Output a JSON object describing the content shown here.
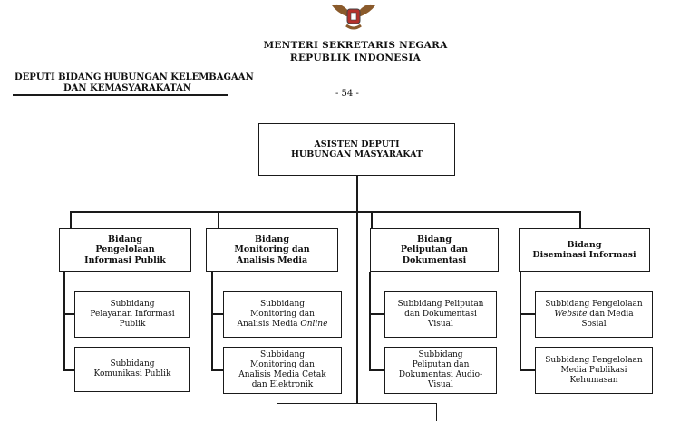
{
  "header": {
    "ministry_line1": "MENTERI SEKRETARIS NEGARA",
    "ministry_line2": "REPUBLIK INDONESIA",
    "deputy_line1": "DEPUTI BIDANG HUBUNGAN KELEMBAGAAN",
    "deputy_line2": "DAN KEMASYARAKATAN",
    "page_number": "- 54 -"
  },
  "org": {
    "top": "ASISTEN DEPUTI\nHUBUNGAN MASYARAKAT",
    "col1": {
      "title": "Bidang\nPengelolaan\nInformasi Publik",
      "sub1": "Subbidang\nPelayanan Informasi\nPublik",
      "sub2": "Subbidang\nKomunikasi Publik"
    },
    "col2": {
      "title": "Bidang\nMonitoring dan\nAnalisis Media",
      "sub1_a": "Subbidang\nMonitoring dan\nAnalisis Media ",
      "sub1_b": "Online",
      "sub2": "Subbidang\nMonitoring dan\nAnalisis Media Cetak\ndan Elektronik"
    },
    "col3": {
      "title": "Bidang\nPeliputan dan\nDokumentasi",
      "sub1": "Subbidang Peliputan\ndan Dokumentasi\nVisual",
      "sub2": "Subbidang\nPeliputan dan\nDokumentasi Audio-\nVisual"
    },
    "col4": {
      "title": "Bidang\nDiseminasi Informasi",
      "sub1_a": "Subbidang Pengelolaan\n",
      "sub1_b": "Website",
      "sub1_c": " dan Media\nSosial",
      "sub2": "Subbidang Pengelolaan\nMedia Publikasi\nKehumasan"
    }
  }
}
